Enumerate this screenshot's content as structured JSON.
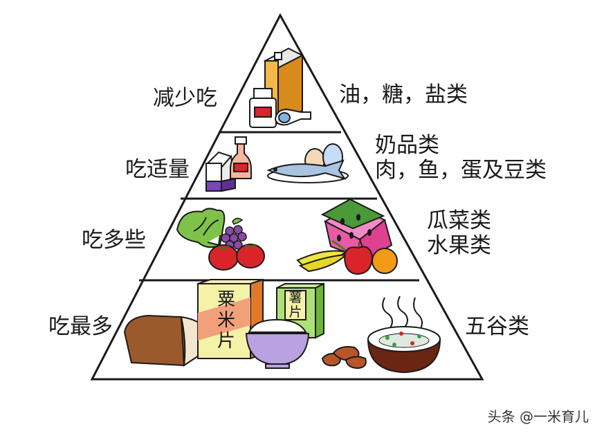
{
  "tiers": [
    {
      "level": "减少吃",
      "foods": [
        "油，糖，盐类"
      ]
    },
    {
      "level": "吃适量",
      "foods": [
        "奶品类",
        "肉，鱼，蛋及豆类"
      ]
    },
    {
      "level": "吃多些",
      "foods": [
        "瓜菜类",
        "水果类"
      ]
    },
    {
      "level": "吃最多",
      "foods": [
        "五谷类"
      ]
    }
  ],
  "packages": {
    "cereal_box": "粟米片",
    "chips_box": "薯片"
  },
  "watermark": "头条 @一米育儿",
  "colors": {
    "outline": "#1a1a1a",
    "oil_orange": "#f0a030",
    "milk_purple": "#7a45b8",
    "tomato_red": "#d9252a",
    "watermelon_pink": "#e04090",
    "banana_yellow": "#e6d52a",
    "bread_brown": "#9a5a2c",
    "rice_bowl_lilac": "#b9a2e0",
    "cereal_box_yellow": "#f4f2a6"
  }
}
